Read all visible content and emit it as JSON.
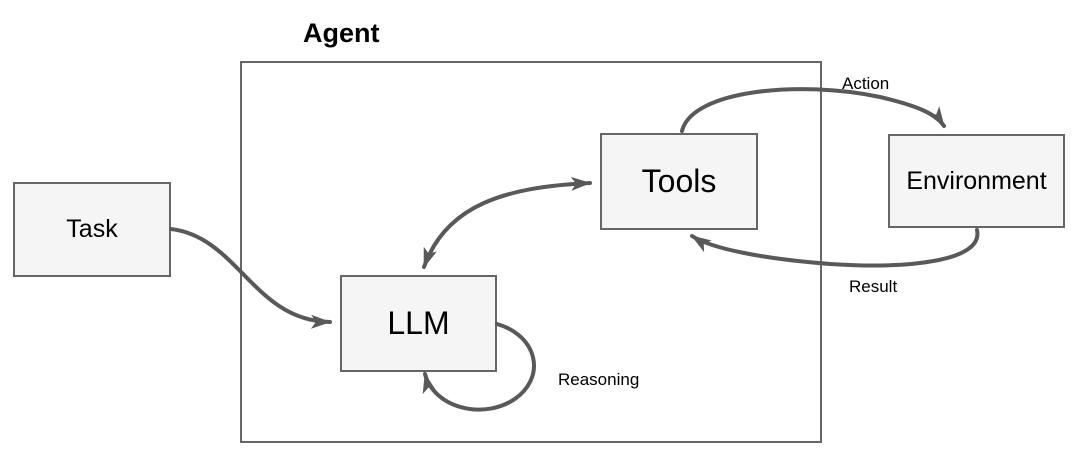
{
  "diagram": {
    "type": "agent-architecture-flow",
    "container_title": "Agent",
    "nodes": [
      {
        "id": "task",
        "label": "Task"
      },
      {
        "id": "llm",
        "label": "LLM"
      },
      {
        "id": "tools",
        "label": "Tools"
      },
      {
        "id": "environment",
        "label": "Environment"
      }
    ],
    "edges": [
      {
        "from": "task",
        "to": "llm",
        "label": "",
        "direction": "one-way"
      },
      {
        "from": "llm",
        "to": "tools",
        "label": "",
        "direction": "two-way"
      },
      {
        "from": "tools",
        "to": "environment",
        "label": "Action",
        "direction": "one-way"
      },
      {
        "from": "environment",
        "to": "tools",
        "label": "Result",
        "direction": "one-way"
      },
      {
        "from": "llm",
        "to": "llm",
        "label": "Reasoning",
        "direction": "self-loop"
      }
    ],
    "labels": {
      "action": "Action",
      "result": "Result",
      "reasoning": "Reasoning"
    },
    "colors": {
      "node_fill": "#f5f5f5",
      "node_border": "#666666",
      "container_border": "#666666",
      "arrow": "#595959",
      "text": "#000000",
      "background": "#ffffff"
    }
  }
}
